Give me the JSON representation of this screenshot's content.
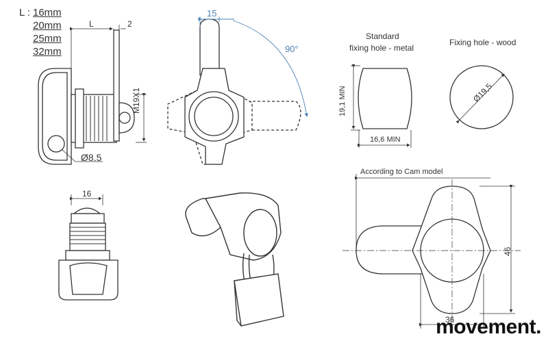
{
  "lengths": {
    "prefix": "L :",
    "values": [
      "16mm",
      "20mm",
      "25mm",
      "32mm"
    ]
  },
  "side_view": {
    "dim_L": "L",
    "dim_2": "2",
    "thread": "M19X1",
    "hole_dia": "Ø8.5"
  },
  "front_view": {
    "dim_15": "15",
    "angle": "90°"
  },
  "fixing_metal": {
    "title_line1": "Standard",
    "title_line2": "fixing hole - metal",
    "height": "19,1 MIN",
    "width": "16,6 MIN"
  },
  "fixing_wood": {
    "title": "Fixing hole - wood",
    "dia": "Ø19,5"
  },
  "bottom_view": {
    "dim_16": "16"
  },
  "cam_view": {
    "note": "According to Cam model",
    "dim_46": "46",
    "dim_bottom": "36"
  },
  "brand": "movement.",
  "colors": {
    "line": "#333333",
    "blue": "#4a7fb5"
  }
}
